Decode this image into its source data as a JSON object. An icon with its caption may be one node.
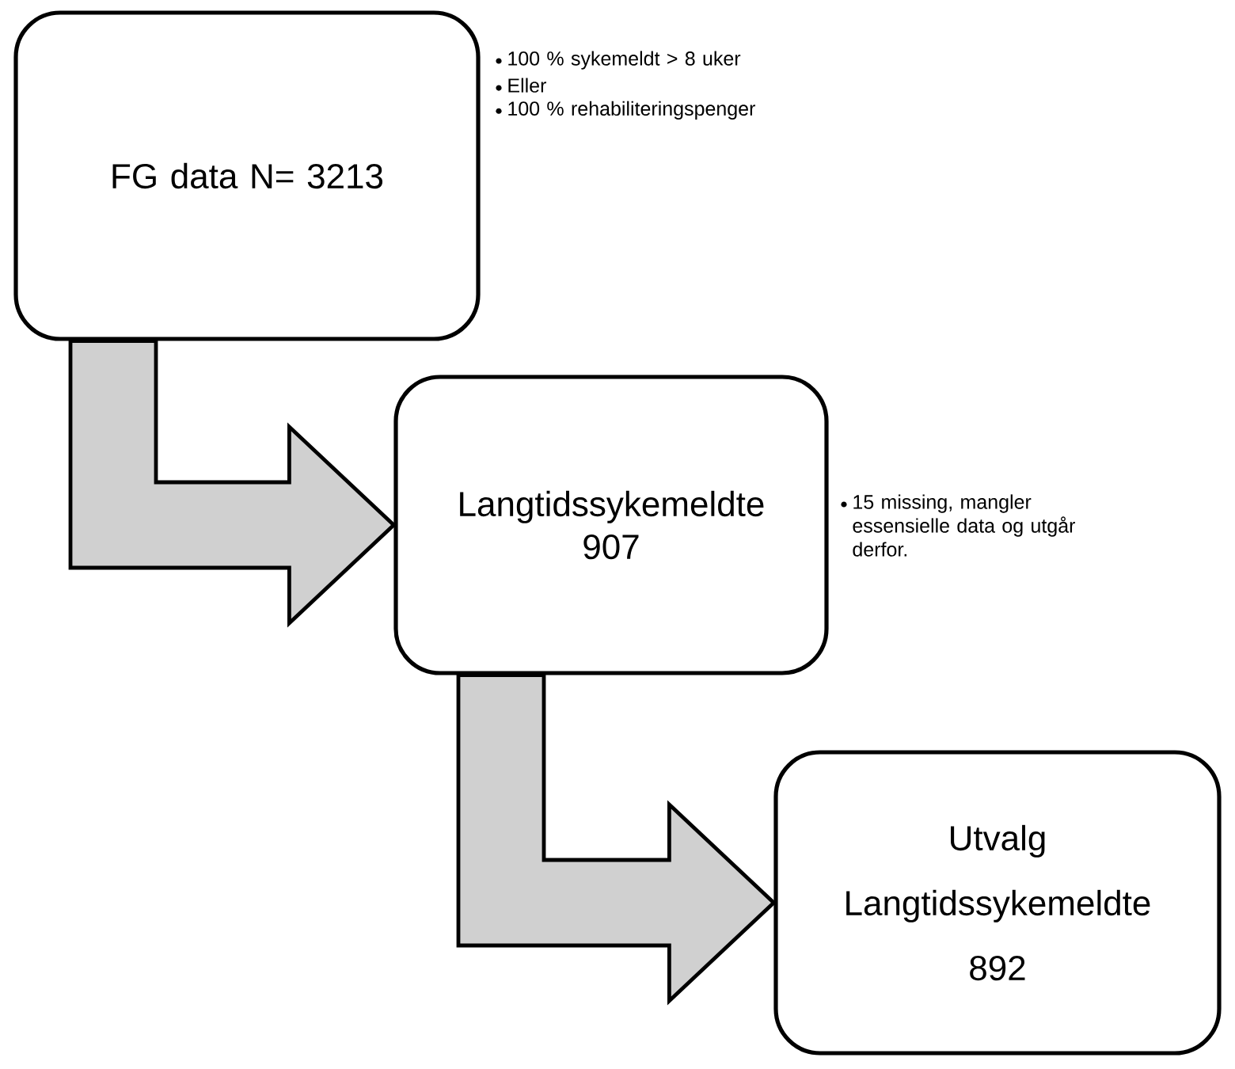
{
  "diagram": {
    "nodes": [
      {
        "text": [
          "FG data N= 3213"
        ],
        "beside": [
          "100 % sykemeldt > 8 uker",
          "Eller",
          "100 % rehabiliteringspenger"
        ]
      },
      {
        "text": [
          "Langtidssykemeldte 907"
        ],
        "beside": [
          "15 missing, mangler essensielle data og utgår derfor."
        ]
      },
      {
        "text": [
          "Utvalg",
          "Langtidssykemeldte",
          "892"
        ]
      }
    ],
    "edges": [
      {
        "from": 0,
        "to": 1,
        "arrow": "to"
      },
      {
        "from": 1,
        "to": 2,
        "arrow": "to"
      }
    ]
  }
}
